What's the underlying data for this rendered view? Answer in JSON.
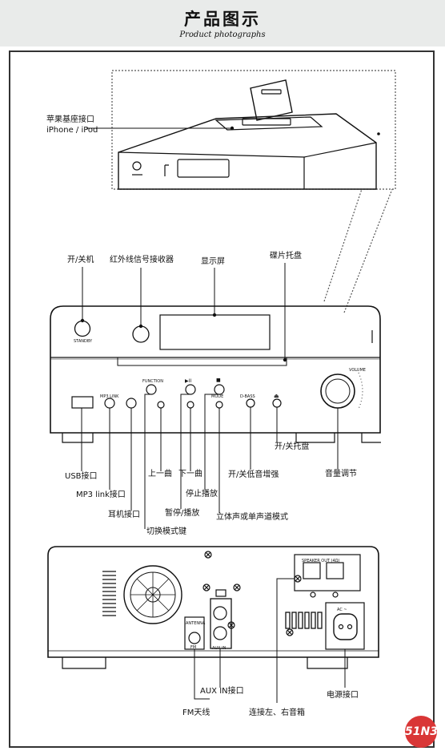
{
  "header": {
    "title_cn": "产品图示",
    "title_en": "Product  photographs"
  },
  "labels": {
    "dock": "苹果基座接口",
    "dock_en": "iPhone / iPod",
    "power": "开/关机",
    "ir": "红外线信号接收器",
    "display": "显示屏",
    "tray": "碟片托盘",
    "usb": "USB接口",
    "mp3": "MP3 link接口",
    "earphone": "耳机接口",
    "function": "切换模式键",
    "prev": "上一曲",
    "next": "下一曲",
    "play_pause": "暂停/播放",
    "stop": "停止播放",
    "mode": "立体声或单声道模式",
    "dbass": "开/关低音增强",
    "eject": "开/关托盘",
    "volume": "音量调节",
    "aux": "AUX IN接口",
    "fm": "FM天线",
    "speakers": "连接左、右音箱",
    "ac": "电源接口"
  },
  "panel_text": {
    "standby": "STANDBY",
    "function_key": "FUNCTION",
    "mp3_link": "MP3 LINK",
    "play_icon": "▶II",
    "stop_icon": "■",
    "mode_key": "MODE",
    "dbass_key": "D-BASS",
    "eject_icon": "⏏",
    "volume_key": "VOLUME",
    "antenna": "ANTENNA",
    "fm_jack": "FM",
    "aux_in": "AUX IN",
    "speaker_out": "SPEAKER OUT (4Ω)",
    "ac_label": "AC ~"
  },
  "logo": {
    "text": "51N3"
  }
}
